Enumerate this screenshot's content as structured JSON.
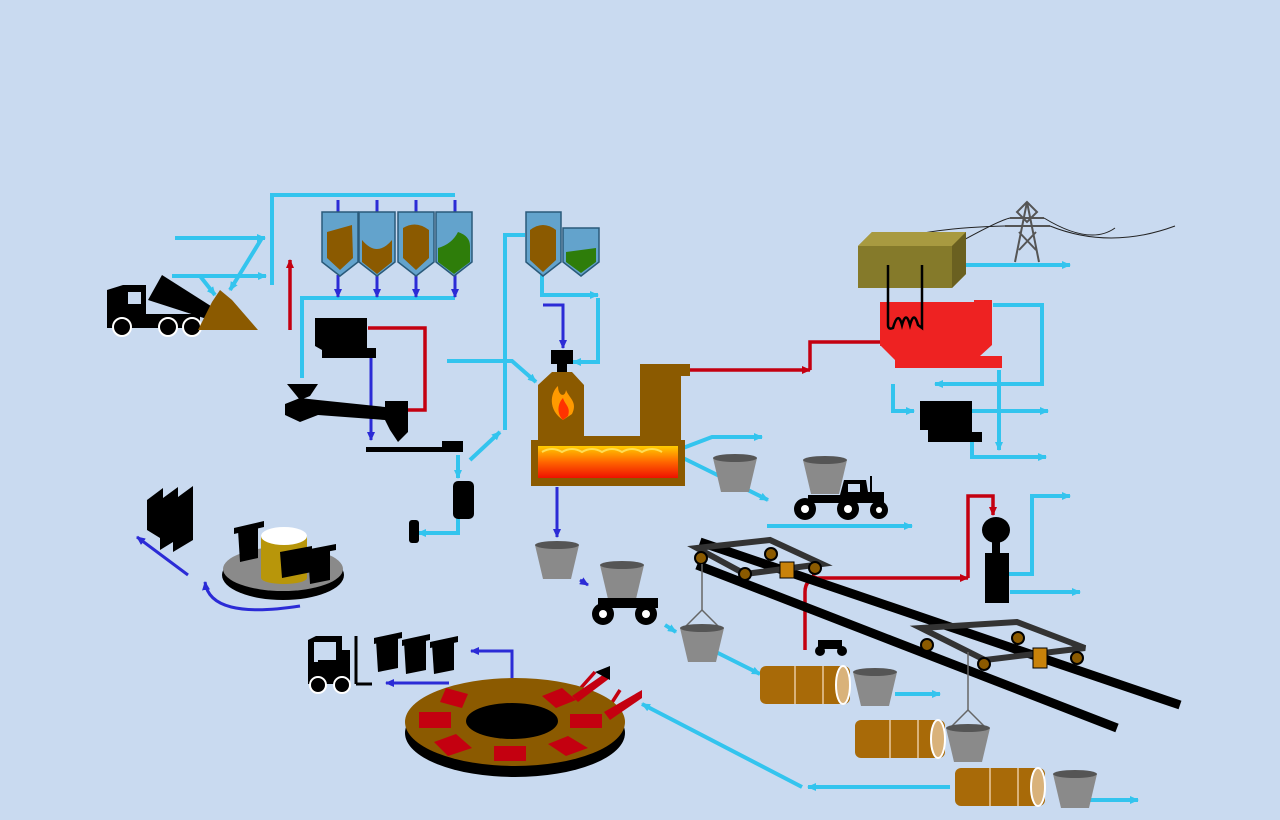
{
  "diagram": {
    "type": "industrial process flow (plant overview)",
    "background_color": "#c9daf0",
    "colors": {
      "material_flow": "#33c4ee",
      "product_flow": "#2b2bd6",
      "heat_flow": "#c40010",
      "ore_brown": "#8b5a00",
      "generator_red": "#ee2222",
      "transformer_olive": "#857a2a",
      "ladle_grey": "#8a8a8a",
      "coil_orange": "#a86a08"
    },
    "components": [
      "mining-truck-icon",
      "ore-pile",
      "raw-material-silo-1",
      "raw-material-silo-2",
      "raw-material-silo-3",
      "raw-material-silo-4",
      "additive-silo-1",
      "additive-silo-2",
      "crusher-hopper",
      "screw-conveyor",
      "gas-bottle-icon",
      "smelting-furnace",
      "flame-icon",
      "transformer-box",
      "power-pylon-icon",
      "generator",
      "heat-exchanger-coil",
      "slag-ladle",
      "molten-metal-ladle",
      "ladle-carrier-vehicle",
      "tractor-icon",
      "overhead-crane-1",
      "overhead-crane-2",
      "crane-hook-ladle",
      "converter-vessel",
      "coil-roll",
      "continuous-caster-ring",
      "forklift-icon",
      "ingot-stack",
      "rotary-table",
      "gypsum-tank",
      "factory-roof-icon"
    ]
  }
}
